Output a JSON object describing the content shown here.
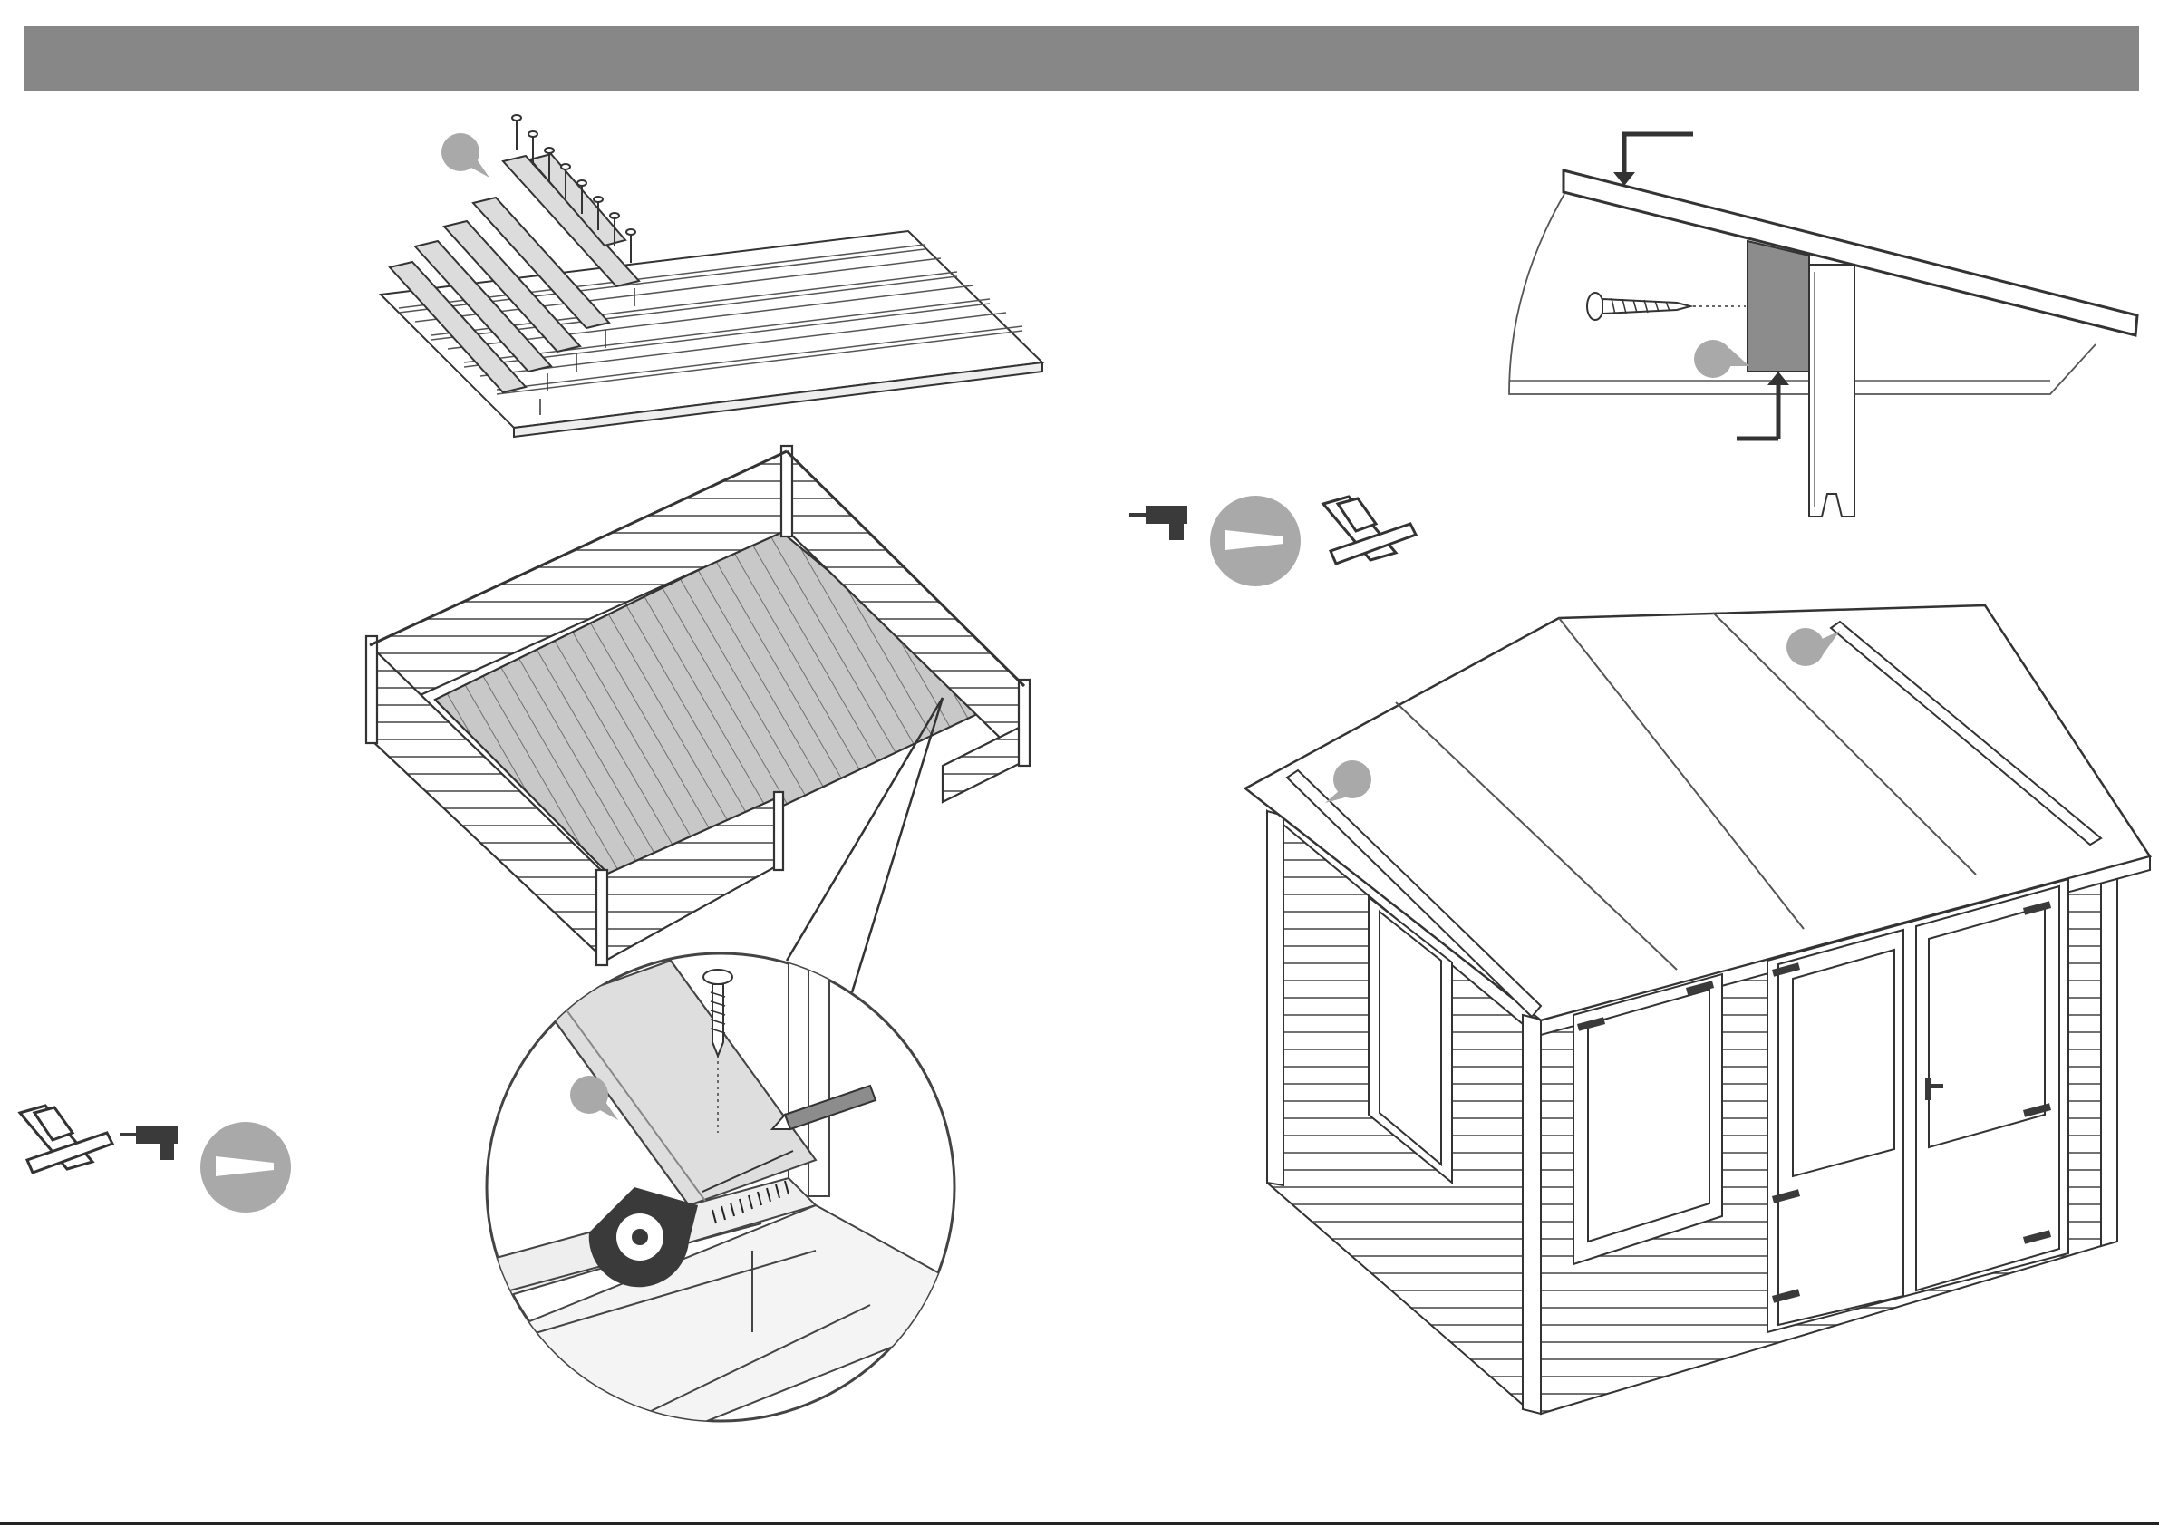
{
  "header": {
    "title": ""
  },
  "colors": {
    "header_bar": "#878787",
    "line": "#333333",
    "dark_grey": "#3a3a3a",
    "mid_grey": "#8c8c8c",
    "light_grey": "#b5b5b5",
    "callout_grey": "#a9a9a9",
    "floor_fill": "#c8c8c8"
  },
  "icons": {
    "tools_top": [
      "drill-icon",
      "screw-badge-icon",
      "saw-icon"
    ],
    "tools_bottom": [
      "saw-icon",
      "drill-icon",
      "screw-badge-icon"
    ]
  },
  "illustrations": [
    "floorboard-assembly",
    "log-wall-base",
    "detail-magnifier",
    "roof-edge-detail",
    "finished-cabin"
  ],
  "callouts": {
    "count": 5
  }
}
